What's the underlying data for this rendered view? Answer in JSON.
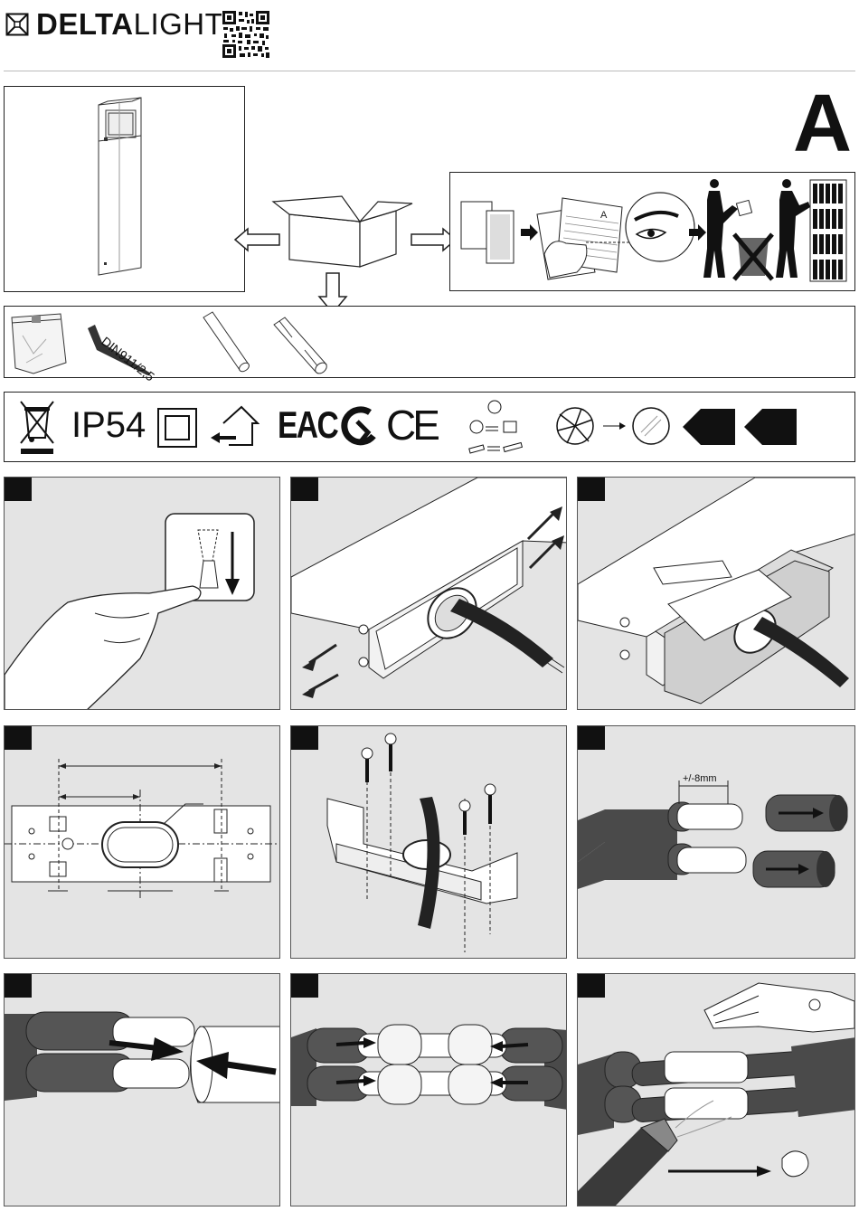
{
  "brand": {
    "name_bold": "DELTA",
    "name_light": "LIGHT",
    "registered": "®"
  },
  "section_letter": "A",
  "accessories": {
    "key_label": "DIN911/2,5"
  },
  "symbols": {
    "ip_rating": "IP54",
    "eac": "EAC",
    "ce": "CE"
  },
  "step6": {
    "strip_length": "+/-8mm"
  },
  "colors": {
    "panel_bg": "#e4e4e4",
    "ink": "#111111",
    "cable": "#4a4a4a",
    "wire": "#f5f5f5"
  }
}
